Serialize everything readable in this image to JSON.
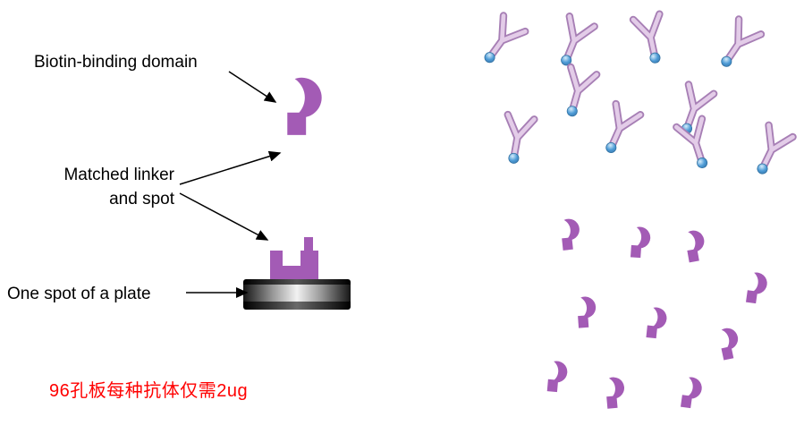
{
  "annotations": {
    "biotin_binding_domain": "Biotin-binding domain",
    "matched_linker_line1": "Matched linker",
    "matched_linker_line2": "and spot",
    "one_spot_of_plate": "One spot of a plate",
    "note_cn": "96孔板每种抗体仅需2ug"
  },
  "colors": {
    "shape_purple": "#A35BB5",
    "antibody_fill": "#E3CCE8",
    "antibody_outline": "#A77FB5",
    "biotin_blue": "#4D9BD6",
    "note_red": "#FF0000",
    "label_black": "#000000"
  },
  "right_panel": {
    "antibody_count": 10,
    "binding_domain_count": 10
  }
}
